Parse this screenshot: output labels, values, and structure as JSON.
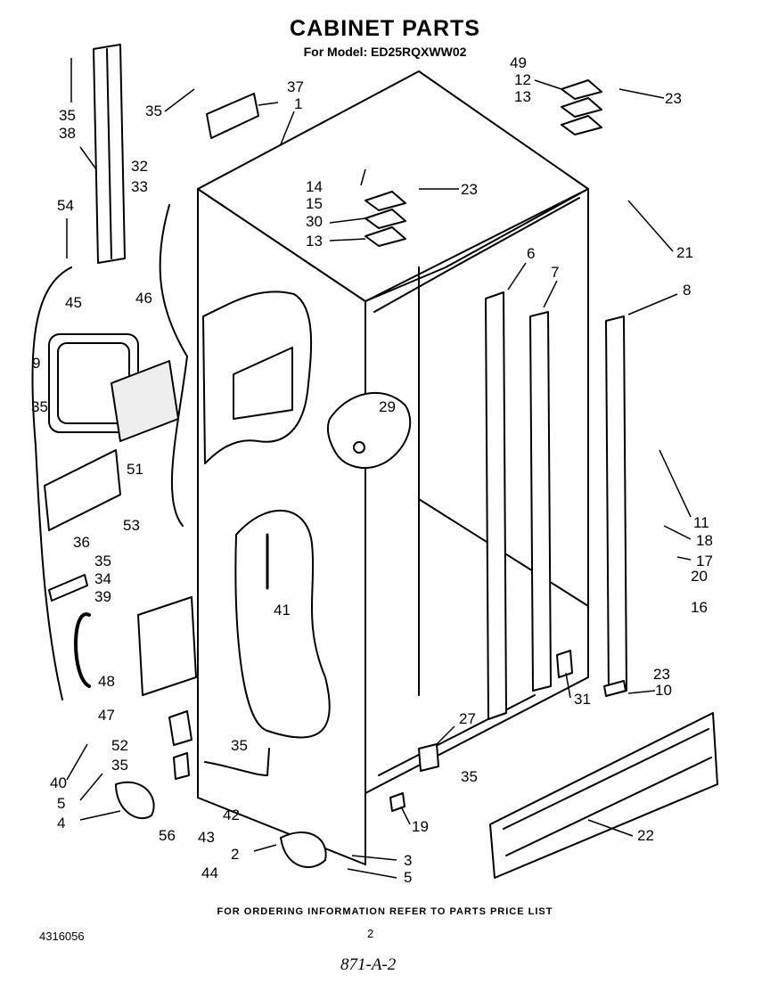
{
  "header": {
    "title": "CABINET PARTS",
    "subtitle": "For Model: ED25RQXWW02"
  },
  "callouts": [
    "35",
    "38",
    "54",
    "45",
    "9",
    "35",
    "46",
    "32",
    "33",
    "35",
    "37",
    "1",
    "51",
    "53",
    "36",
    "35",
    "34",
    "39",
    "48",
    "47",
    "41",
    "29",
    "14",
    "15",
    "30",
    "13",
    "23",
    "49",
    "12",
    "13",
    "23",
    "21",
    "6",
    "7",
    "8",
    "11",
    "18",
    "17",
    "20",
    "16",
    "23",
    "10",
    "31",
    "27",
    "35",
    "19",
    "22",
    "52",
    "35",
    "35",
    "40",
    "5",
    "4",
    "56",
    "43",
    "44",
    "42",
    "2",
    "3",
    "5"
  ],
  "footer": {
    "ordering_note": "FOR ORDERING INFORMATION REFER TO PARTS PRICE LIST",
    "doc_number": "4316056",
    "page_number": "2",
    "handwritten_note": "871-A-2"
  }
}
